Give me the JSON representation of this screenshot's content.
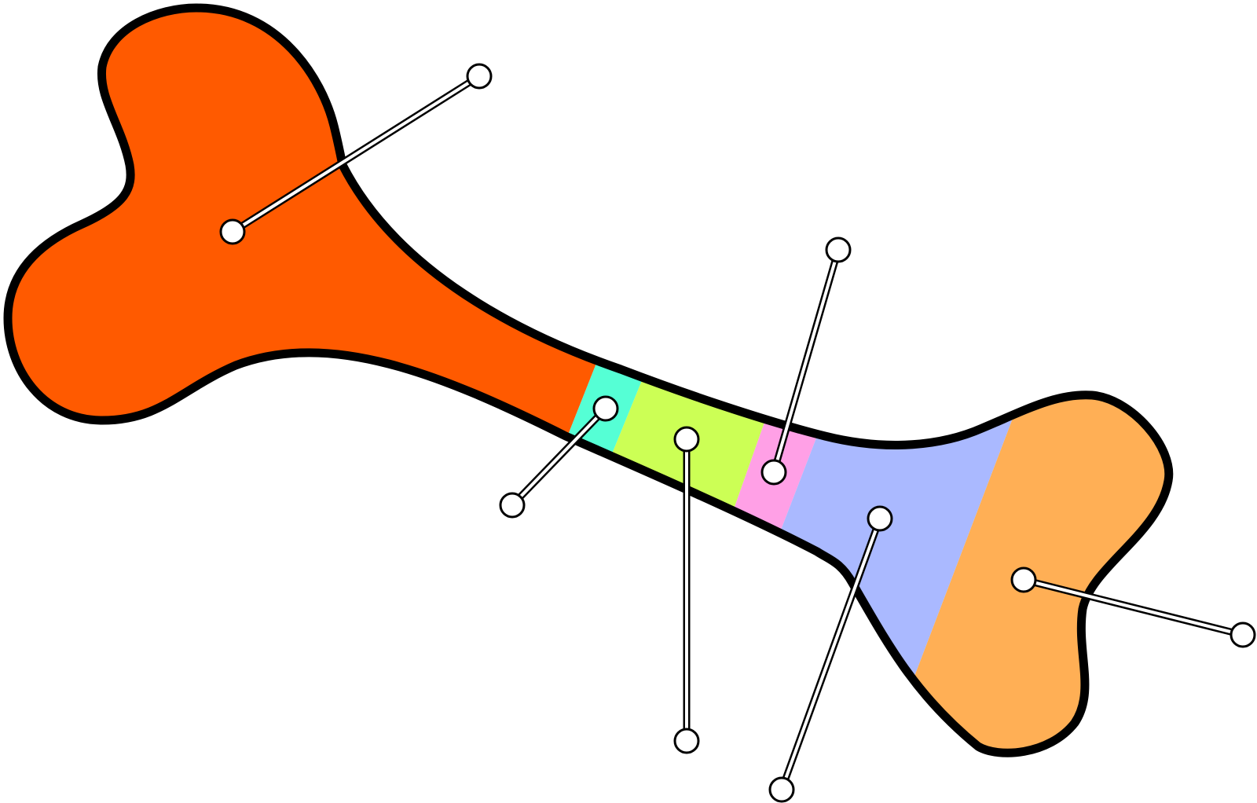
{
  "diagram": {
    "subject": "bone-icon",
    "outline_color": "#000000",
    "regions": [
      {
        "key": "proximal_end",
        "color": "#ff5a00"
      },
      {
        "key": "band_1",
        "color": "#55ffd5"
      },
      {
        "key": "band_2",
        "color": "#ccff55"
      },
      {
        "key": "band_3",
        "color": "#ffa0e6"
      },
      {
        "key": "band_4",
        "color": "#aab9ff"
      },
      {
        "key": "distal_end",
        "color": "#ffaf55"
      }
    ],
    "label_pointers": [
      {
        "target": "proximal_end",
        "label": ""
      },
      {
        "target": "band_1",
        "label": ""
      },
      {
        "target": "band_2",
        "label": ""
      },
      {
        "target": "band_3",
        "label": ""
      },
      {
        "target": "band_4",
        "label": ""
      },
      {
        "target": "distal_end",
        "label": ""
      }
    ],
    "pin_fill": "#ffffff"
  }
}
